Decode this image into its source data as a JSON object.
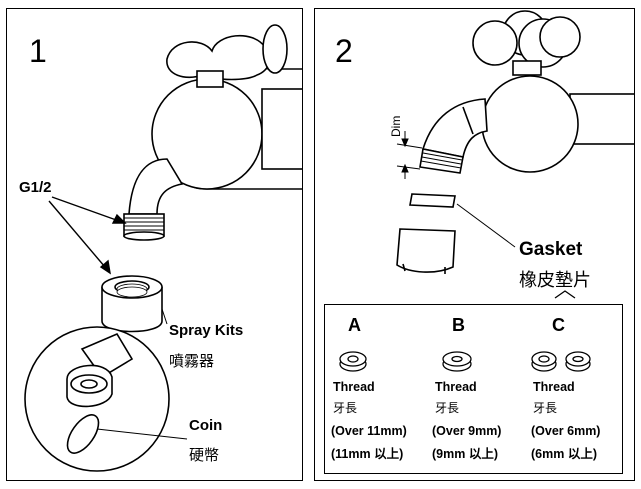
{
  "panel1": {
    "step_number": "1",
    "thread_label": "G1/2",
    "spray_kits_label": "Spray Kits",
    "spray_kits_cn": "噴霧器",
    "coin_label": "Coin",
    "coin_cn": "硬幣"
  },
  "panel2": {
    "step_number": "2",
    "dim_label": "Dim",
    "gasket_label": "Gasket",
    "gasket_cn": "橡皮墊片",
    "options": [
      {
        "letter": "A",
        "thread": "Thread",
        "thread_cn": "牙長",
        "range": "(Over 11mm)",
        "range_cn": "(11mm 以上)"
      },
      {
        "letter": "B",
        "thread": "Thread",
        "thread_cn": "牙長",
        "range": "(Over 9mm)",
        "range_cn": "(9mm 以上)"
      },
      {
        "letter": "C",
        "thread": "Thread",
        "thread_cn": "牙長",
        "range": "(Over 6mm)",
        "range_cn": "(6mm 以上)"
      }
    ]
  }
}
